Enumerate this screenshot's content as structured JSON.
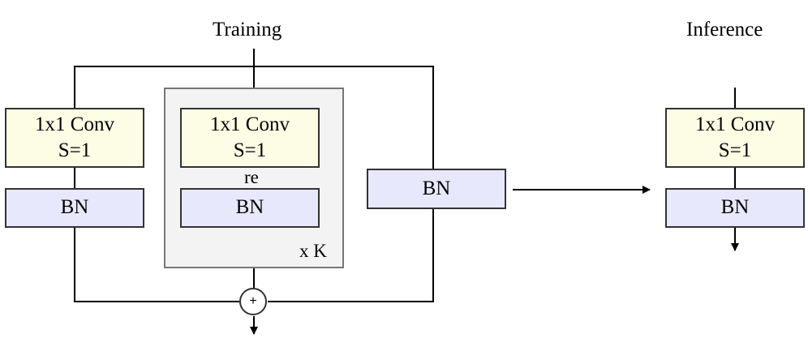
{
  "training": {
    "title": "Training",
    "left_branch": {
      "conv_line1": "1x1 Conv",
      "conv_line2": "S=1",
      "bn": "BN"
    },
    "repeat_branch": {
      "conv_line1": "1x1 Conv",
      "conv_line2": "S=1",
      "between_label": "re",
      "bn": "BN",
      "repeat_label": "x K"
    },
    "right_branch": {
      "bn": "BN"
    },
    "sum_symbol": "+"
  },
  "inference": {
    "title": "Inference",
    "conv_line1": "1x1 Conv",
    "conv_line2": "S=1",
    "bn": "BN"
  }
}
